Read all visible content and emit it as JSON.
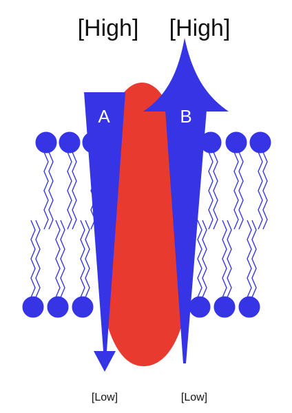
{
  "labels": {
    "high_left": "[High]",
    "high_right": "[High]",
    "low_left": "[Low]",
    "low_right": "[Low]",
    "arrow_a": "A",
    "arrow_b": "B"
  },
  "colors": {
    "membrane": "#3535e6",
    "protein": "#e93a2f",
    "arrow": "#3535e6",
    "arrow_text": "#ffffff"
  }
}
